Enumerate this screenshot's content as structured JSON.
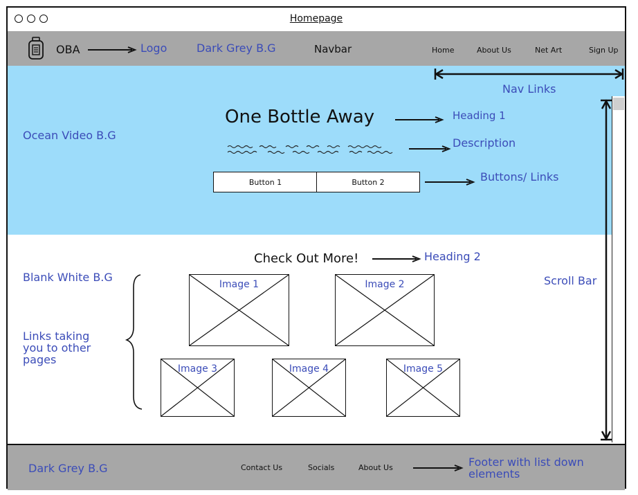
{
  "window": {
    "title": "Homepage"
  },
  "navbar": {
    "logo_text": "OBA",
    "logo_note": "Logo",
    "bg_note": "Dark Grey B.G",
    "label": "Navbar",
    "links": [
      "Home",
      "About Us",
      "Net Art",
      "Sign Up"
    ],
    "links_note": "Nav Links"
  },
  "hero": {
    "bg_note": "Ocean Video B.G",
    "heading": "One Bottle Away",
    "heading_note": "Heading 1",
    "description_note": "Description",
    "buttons": [
      "Button 1",
      "Button 2"
    ],
    "buttons_note": "Buttons/ Links"
  },
  "content": {
    "heading": "Check Out More!",
    "heading_note": "Heading 2",
    "bg_note": "Blank White B.G",
    "links_note": "Links taking you to other pages",
    "images": [
      "Image 1",
      "Image 2",
      "Image 3",
      "Image 4",
      "Image 5"
    ]
  },
  "scrollbar_note": "Scroll Bar",
  "footer": {
    "bg_note": "Dark Grey B.G",
    "links": [
      "Contact Us",
      "Socials",
      "About Us"
    ],
    "note": "Footer with list down elements"
  },
  "colors": {
    "annotation": "#3b4cb8",
    "navbar_bg": "#a7a7a7",
    "hero_bg": "#9ddcfa",
    "footer_bg": "#a7a7a7"
  }
}
